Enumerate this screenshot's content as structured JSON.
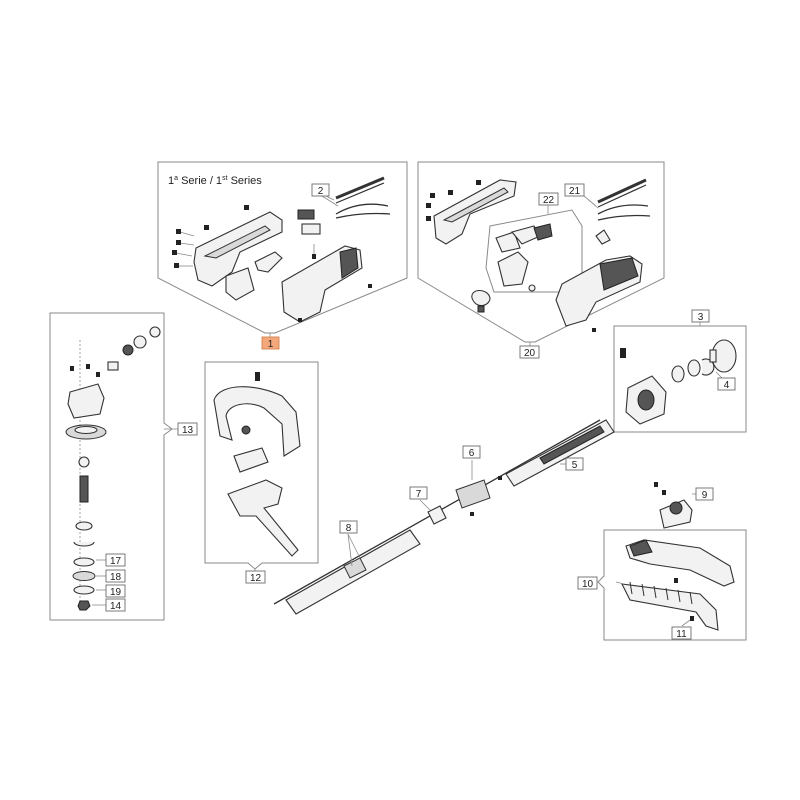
{
  "series_label": {
    "main": "1",
    "sup1": "a",
    "middle": " Serie / 1",
    "sup2": "st",
    "end": " Series"
  },
  "callouts": {
    "c1": "1",
    "c2": "2",
    "c3": "3",
    "c4": "4",
    "c5": "5",
    "c6": "6",
    "c7": "7",
    "c8": "8",
    "c9": "9",
    "c10": "10",
    "c11": "11",
    "c12": "12",
    "c13": "13",
    "c14": "14",
    "c17": "17",
    "c18": "18",
    "c19": "19",
    "c20": "20",
    "c21": "21",
    "c22": "22"
  },
  "colors": {
    "highlight": "#f4a77a",
    "frame": "#8a8a8a"
  }
}
